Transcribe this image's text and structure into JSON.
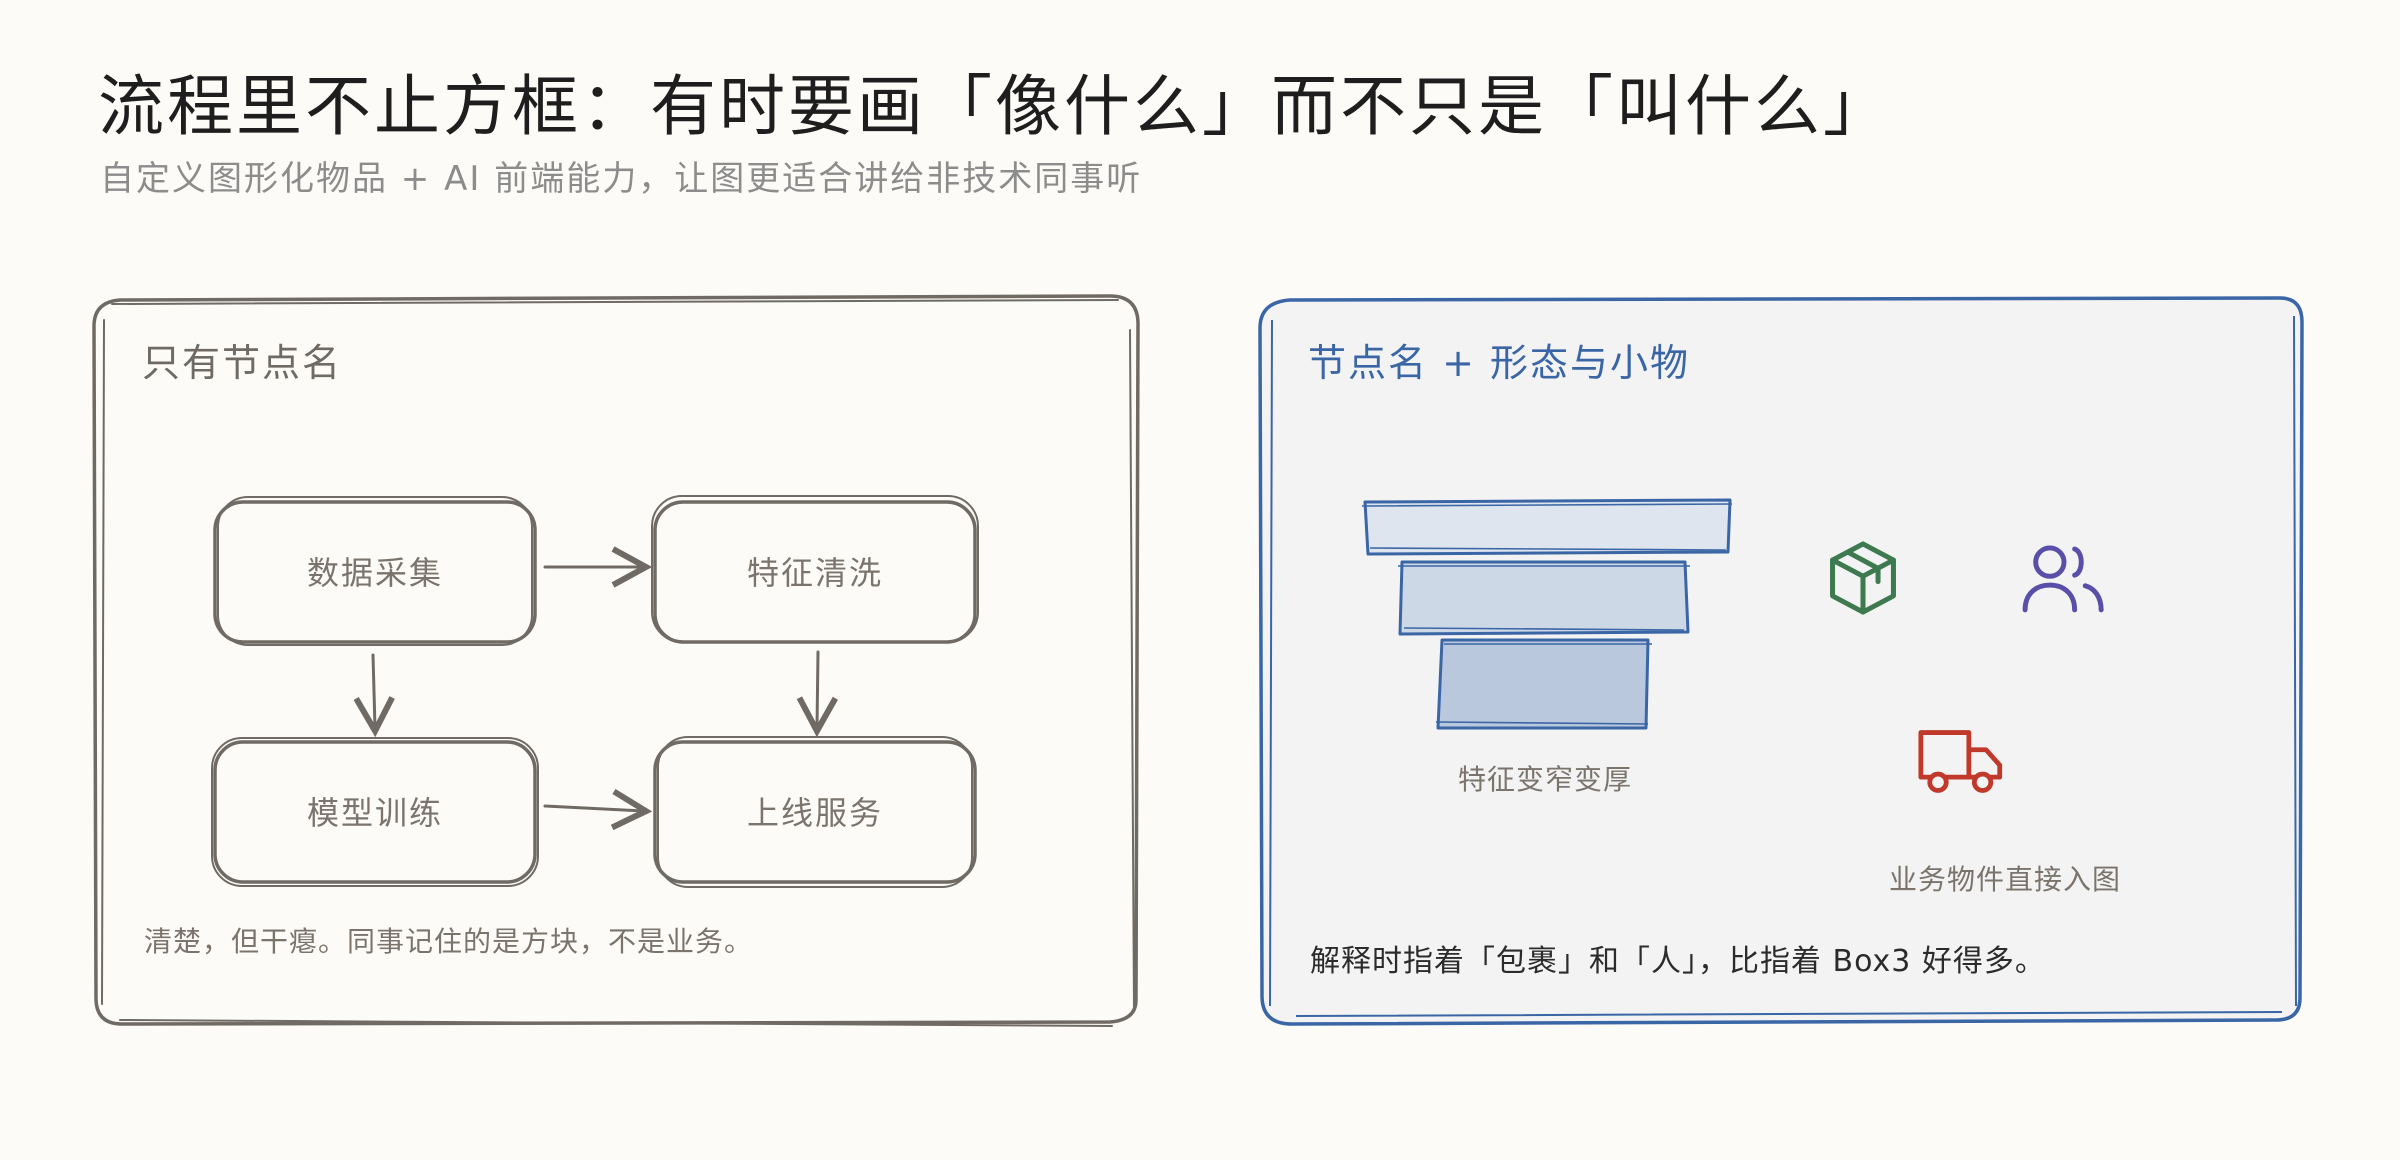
{
  "title": "流程里不止方框：有时要画「像什么」而不只是「叫什么」",
  "subtitle": "自定义图形化物品 + AI 前端能力，让图更适合讲给非技术同事听",
  "left_panel": {
    "title": "只有节点名",
    "nodes": {
      "collect": "数据采集",
      "clean": "特征清洗",
      "train": "模型训练",
      "deploy": "上线服务"
    },
    "note": "清楚，但干瘪。同事记住的是方块，不是业务。"
  },
  "right_panel": {
    "title": "节点名 + 形态与小物",
    "funnel_caption": "特征变窄变厚",
    "items_caption": "业务物件直接入图",
    "note": "解释时指着「包裹」和「人」，比指着 Box3 好得多。",
    "icons": [
      "package-icon",
      "users-icon",
      "truck-icon"
    ]
  },
  "colors": {
    "ink": "#6f6a64",
    "accent_blue": "#3a66a6",
    "panel_fill": "#f3f3f3",
    "green": "#3d7a4f",
    "purple": "#5a4fa8",
    "red": "#c0392b"
  }
}
